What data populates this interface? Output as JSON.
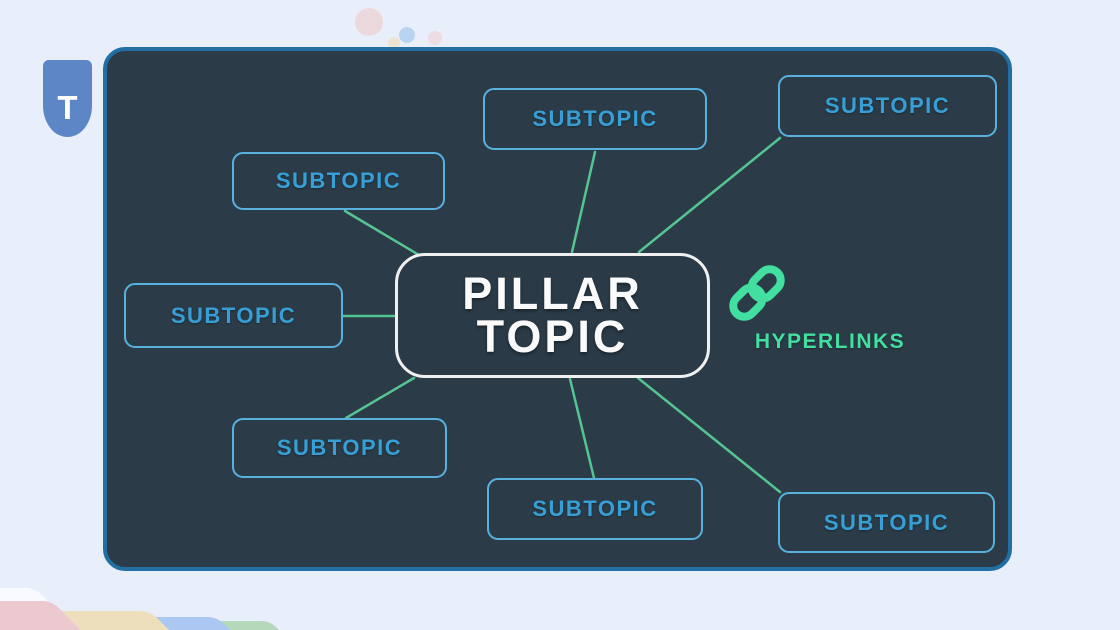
{
  "page": {
    "background_color": "#E9EEFB"
  },
  "logo": {
    "letter": "T",
    "background_color": "#5C86C5"
  },
  "diagram": {
    "card": {
      "background_color": "#2B3C48",
      "border_color": "#226FA3"
    },
    "center": {
      "line1": "PILLAR",
      "line2": "TOPIC",
      "text_color": "#FFFFFF",
      "border_color": "#F0F0F0"
    },
    "subtopics": [
      {
        "label": "SUBTOPIC",
        "position": "upper-left"
      },
      {
        "label": "SUBTOPIC",
        "position": "top-middle"
      },
      {
        "label": "SUBTOPIC",
        "position": "top-right"
      },
      {
        "label": "SUBTOPIC",
        "position": "middle-left"
      },
      {
        "label": "SUBTOPIC",
        "position": "bottom-left"
      },
      {
        "label": "SUBTOPIC",
        "position": "bottom-middle"
      },
      {
        "label": "SUBTOPIC",
        "position": "bottom-right"
      }
    ],
    "subtopic_style": {
      "border_color": "#58B1DF",
      "text_color": "#379FD6"
    },
    "connector_color": "#55C493",
    "hyperlinks": {
      "label": "HYPERLINKS",
      "icon": "chain-link-icon",
      "color": "#43DFA0"
    }
  }
}
